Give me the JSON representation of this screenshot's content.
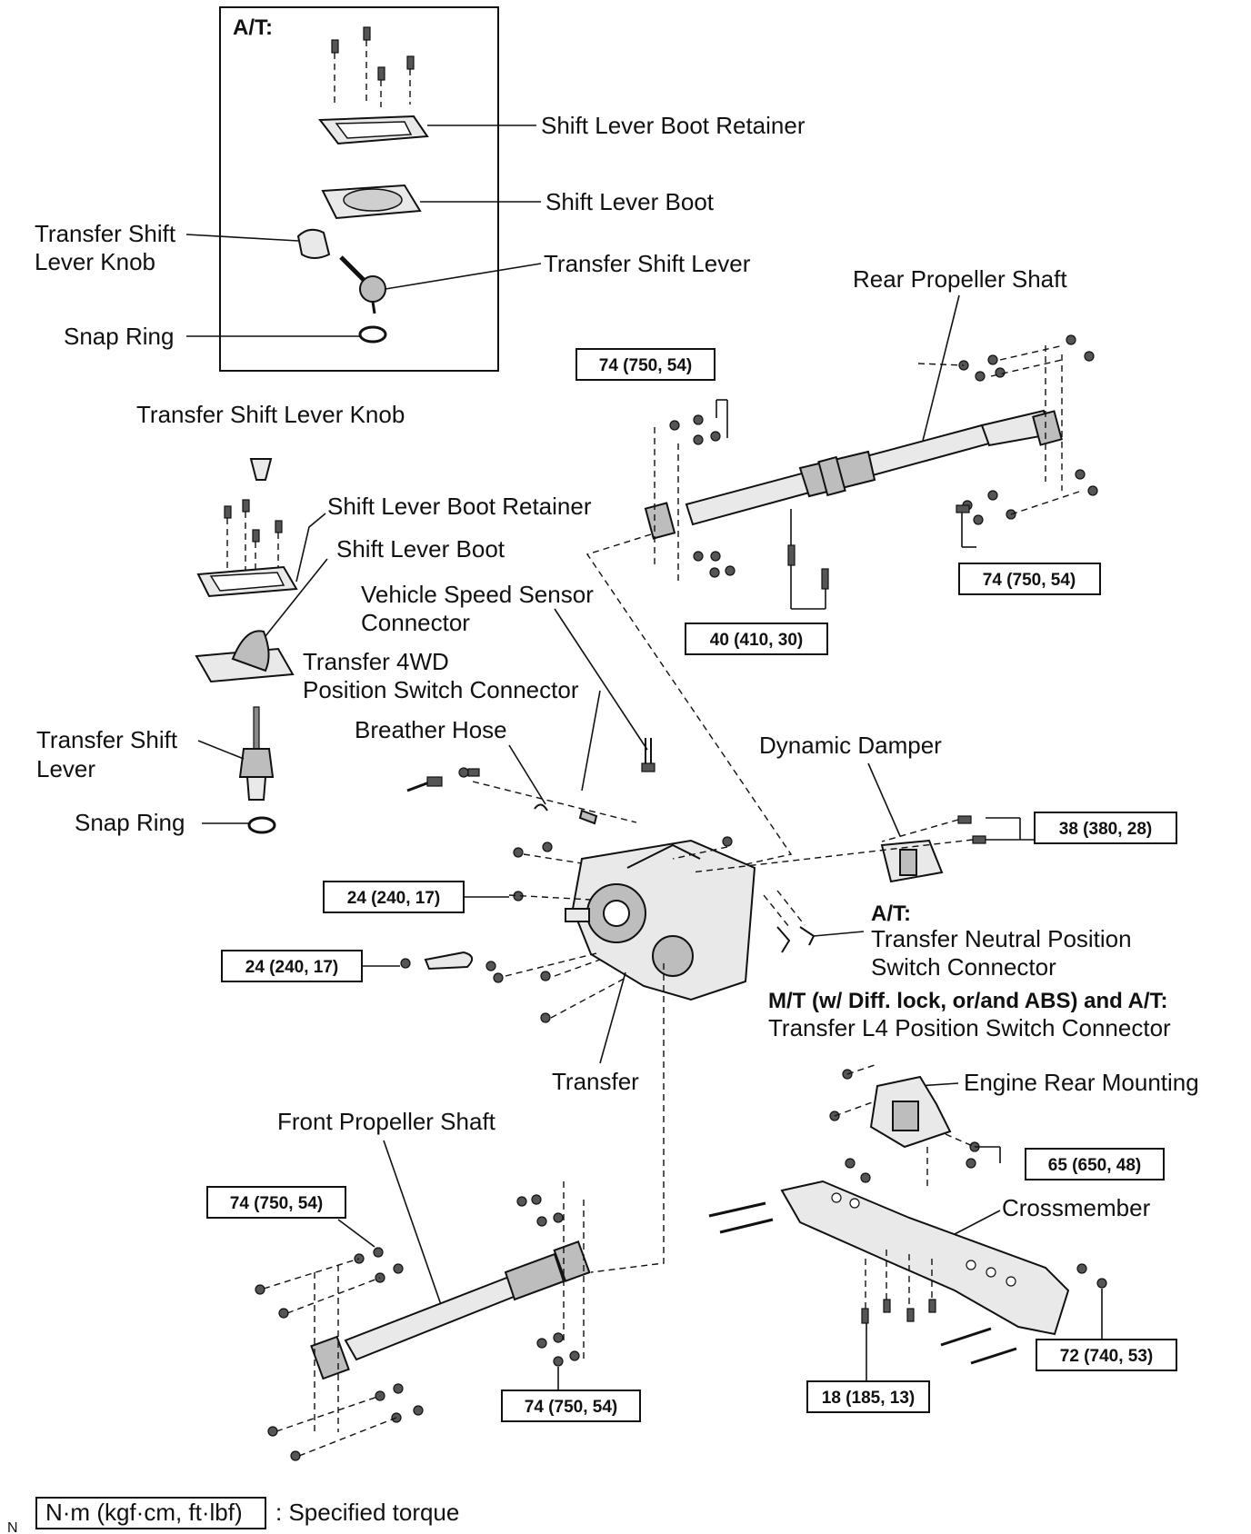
{
  "inset": {
    "title": "A/T:"
  },
  "labels": {
    "at_boot_retainer": "Shift Lever Boot Retainer",
    "at_boot": "Shift Lever Boot",
    "at_knob_l1": "Transfer Shift",
    "at_knob_l2": "Lever Knob",
    "at_lever": "Transfer Shift Lever",
    "at_snap_ring": "Snap Ring",
    "knob": "Transfer Shift Lever Knob",
    "boot_retainer": "Shift Lever Boot Retainer",
    "boot": "Shift Lever Boot",
    "vss_l1": "Vehicle Speed Sensor",
    "vss_l2": "Connector",
    "t4wd_l1": "Transfer 4WD",
    "t4wd_l2": "Position Switch Connector",
    "lever_l1": "Transfer Shift",
    "lever_l2": "Lever",
    "breather": "Breather Hose",
    "snap_ring": "Snap Ring",
    "rear_shaft": "Rear Propeller Shaft",
    "damper": "Dynamic Damper",
    "neutral_at": "A/T:",
    "neutral_l1": "Transfer Neutral Position",
    "neutral_l2": "Switch Connector",
    "l4_mt": "M/T (w/ Diff. lock, or/and ABS) and A/T:",
    "l4_l1": "Transfer L4 Position Switch Connector",
    "transfer": "Transfer",
    "engine_mount": "Engine Rear Mounting",
    "front_shaft": "Front Propeller Shaft",
    "crossmember": "Crossmember"
  },
  "torques": {
    "rear_left": "74 (750, 54)",
    "rear_right": "74 (750, 54)",
    "center_bearing": "40 (410, 30)",
    "damper": "38 (380, 28)",
    "transfer_upper": "24 (240, 17)",
    "transfer_lower": "24 (240, 17)",
    "mounting": "65 (650, 48)",
    "front_left": "74 (750, 54)",
    "front_right": "74 (750, 54)",
    "crossmember_left": "18 (185, 13)",
    "crossmember_right": "72 (740, 53)"
  },
  "legend": {
    "unit": "N·m (kgf·cm, ft·lbf)",
    "text": ": Specified torque"
  },
  "corner_mark": "N"
}
